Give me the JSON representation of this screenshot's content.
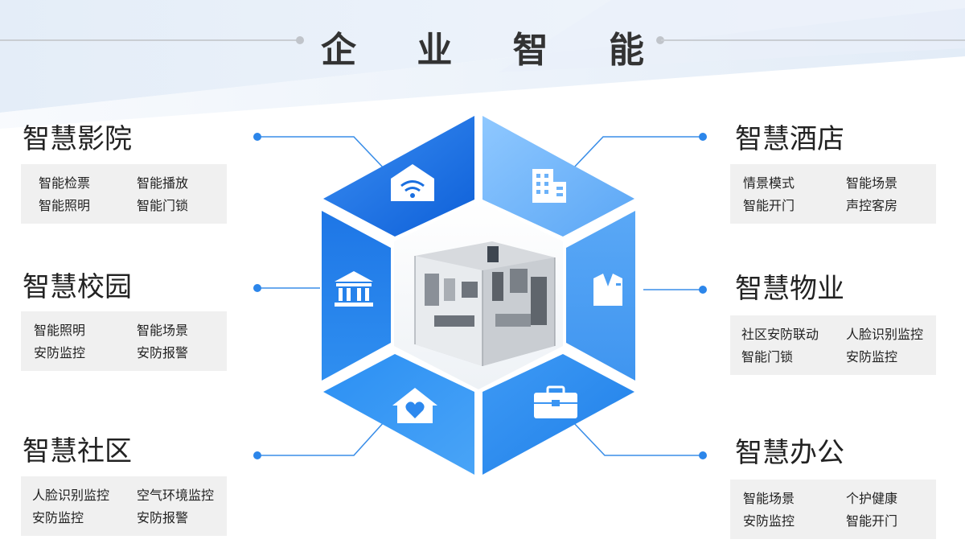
{
  "page": {
    "title": "企 业 智 能",
    "accent_dark": "#1f6fe0",
    "accent_mid": "#3d8ef0",
    "accent_light": "#7fc0ff"
  },
  "center_image": {
    "icon": "smart-building-isometric"
  },
  "sectors": [
    {
      "id": "cinema",
      "title": "智慧影院",
      "icon": "wifi-home-icon",
      "items": [
        "智能检票",
        "智能播放",
        "智能照明",
        "智能门锁"
      ]
    },
    {
      "id": "campus",
      "title": "智慧校园",
      "icon": "institution-icon",
      "items": [
        "智能照明",
        "智能场景",
        "安防监控",
        "安防报警"
      ]
    },
    {
      "id": "community",
      "title": "智慧社区",
      "icon": "heart-home-icon",
      "items": [
        "人脸识别监控",
        "空气环境监控",
        "安防监控",
        "安防报警"
      ]
    },
    {
      "id": "hotel",
      "title": "智慧酒店",
      "icon": "building-icon",
      "items": [
        "情景模式",
        "智能场景",
        "智能开门",
        "声控客房"
      ]
    },
    {
      "id": "property",
      "title": "智慧物业",
      "icon": "suit-icon",
      "items": [
        "社区安防联动",
        "人脸识别监控",
        "智能门锁",
        "安防监控"
      ]
    },
    {
      "id": "office",
      "title": "智慧办公",
      "icon": "briefcase-icon",
      "items": [
        "智能场景",
        "个护健康",
        "安防监控",
        "智能开门"
      ]
    }
  ]
}
